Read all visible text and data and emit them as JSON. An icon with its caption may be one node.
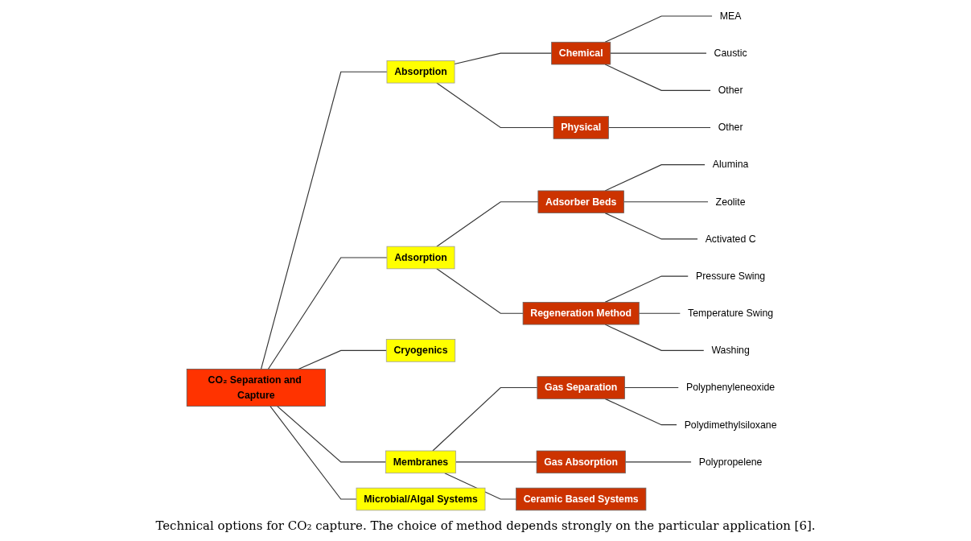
{
  "diagram": {
    "caption": "Technical options for CO₂ capture. The choice of method depends strongly on the particular application [6].",
    "nodes": [
      {
        "text": [
          "CO₂ Separation and Capture"
        ]
      },
      {
        "text": [
          "Absorption"
        ]
      },
      {
        "text": [
          "Adsorption"
        ]
      },
      {
        "text": [
          "Cryogenics"
        ]
      },
      {
        "text": [
          "Membranes"
        ]
      },
      {
        "text": [
          "Microbial/Algal Systems"
        ]
      },
      {
        "text": [
          "Chemical"
        ]
      },
      {
        "text": [
          "MEA"
        ]
      },
      {
        "text": [
          "Caustic"
        ]
      },
      {
        "text": [
          "Other"
        ]
      },
      {
        "text": [
          "Physical"
        ]
      },
      {
        "text": [
          "Other"
        ]
      },
      {
        "text": [
          "Adsorber Beds"
        ]
      },
      {
        "text": [
          "Alumina"
        ]
      },
      {
        "text": [
          "Zeolite"
        ]
      },
      {
        "text": [
          "Activated C"
        ]
      },
      {
        "text": [
          "Regeneration Method"
        ]
      },
      {
        "text": [
          "Pressure Swing"
        ]
      },
      {
        "text": [
          "Temperature Swing"
        ]
      },
      {
        "text": [
          "Washing"
        ]
      },
      {
        "text": [
          "Gas Separation"
        ]
      },
      {
        "text": [
          "Polyphenyleneoxide"
        ]
      },
      {
        "text": [
          "Polydimethylsiloxane"
        ]
      },
      {
        "text": [
          "Gas Absorption"
        ]
      },
      {
        "text": [
          "Polypropelene"
        ]
      },
      {
        "text": [
          "Ceramic Based Systems"
        ]
      }
    ],
    "edges": [
      {
        "from": 0,
        "to": 1,
        "arrow": "none"
      },
      {
        "from": 0,
        "to": 2,
        "arrow": "none"
      },
      {
        "from": 0,
        "to": 3,
        "arrow": "none"
      },
      {
        "from": 0,
        "to": 4,
        "arrow": "none"
      },
      {
        "from": 0,
        "to": 5,
        "arrow": "none"
      },
      {
        "from": 1,
        "to": 6,
        "arrow": "none"
      },
      {
        "from": 6,
        "to": 7,
        "arrow": "none"
      },
      {
        "from": 6,
        "to": 8,
        "arrow": "none"
      },
      {
        "from": 6,
        "to": 9,
        "arrow": "none"
      },
      {
        "from": 1,
        "to": 10,
        "arrow": "none"
      },
      {
        "from": 10,
        "to": 11,
        "arrow": "none"
      },
      {
        "from": 2,
        "to": 12,
        "arrow": "none"
      },
      {
        "from": 12,
        "to": 13,
        "arrow": "none"
      },
      {
        "from": 12,
        "to": 14,
        "arrow": "none"
      },
      {
        "from": 12,
        "to": 15,
        "arrow": "none"
      },
      {
        "from": 2,
        "to": 16,
        "arrow": "none"
      },
      {
        "from": 16,
        "to": 17,
        "arrow": "none"
      },
      {
        "from": 16,
        "to": 18,
        "arrow": "none"
      },
      {
        "from": 16,
        "to": 19,
        "arrow": "none"
      },
      {
        "from": 4,
        "to": 20,
        "arrow": "none"
      },
      {
        "from": 20,
        "to": 21,
        "arrow": "none"
      },
      {
        "from": 20,
        "to": 22,
        "arrow": "none"
      },
      {
        "from": 4,
        "to": 23,
        "arrow": "none"
      },
      {
        "from": 23,
        "to": 24,
        "arrow": "none"
      },
      {
        "from": 4,
        "to": 25,
        "arrow": "none"
      }
    ]
  }
}
